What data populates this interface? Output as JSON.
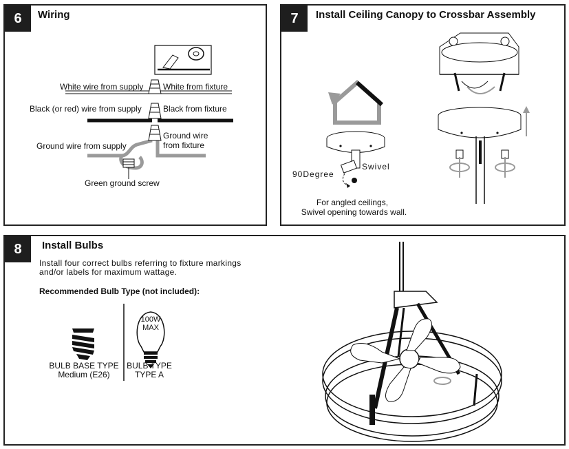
{
  "step6": {
    "number": "6",
    "title": "Wiring",
    "white_supply": "White wire from supply",
    "white_fixture": "White from fixture",
    "black_supply": "Black (or red) wire from supply",
    "black_fixture": "Black from fixture",
    "ground_fixture_1": "Ground wire",
    "ground_fixture_2": "from fixture",
    "ground_supply": "Ground wire from supply",
    "ground_screw": "Green ground screw"
  },
  "step7": {
    "number": "7",
    "title": "Install Ceiling Canopy to Crossbar Assembly",
    "swivel": "Swivel",
    "degree": "90Degree",
    "note_1": "For angled ceilings,",
    "note_2": "Swivel opening towards wall."
  },
  "step8": {
    "number": "8",
    "title": "Install Bulbs",
    "instruction_1": "Install four correct bulbs referring to fixture markings",
    "instruction_2": "and/or labels for maximum wattage.",
    "recommended": "Recommended Bulb Type (not included):",
    "base_label": "BULB BASE TYPE",
    "base_value": "Medium (E26)",
    "bulb_label": "BULB TYPE",
    "bulb_value": "TYPE A",
    "wattage_1": "100W",
    "wattage_2": "MAX"
  }
}
